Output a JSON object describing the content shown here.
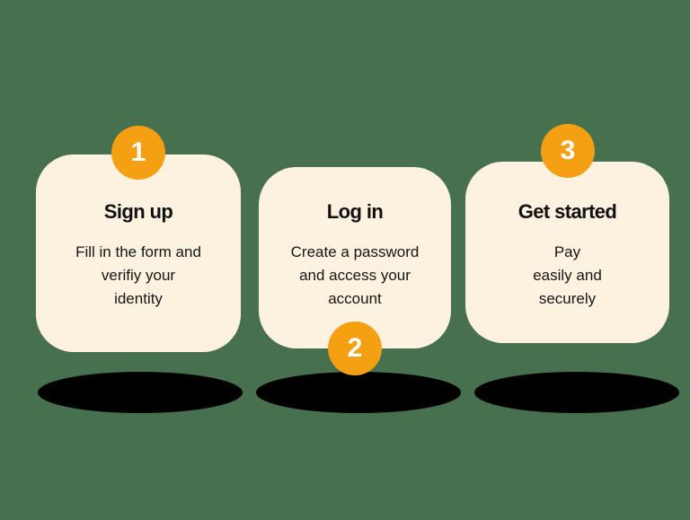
{
  "theme": {
    "background_color": "#47704F",
    "card_color": "#FDF1E0",
    "badge_color": "#F5A013",
    "badge_text_color": "#FFFFFF",
    "text_color": "#111111",
    "shadow_color": "#000000"
  },
  "steps": [
    {
      "number": "1",
      "title": "Sign up",
      "body": "Fill in the form and\nverifiy your\nidentity",
      "badge_position": "top"
    },
    {
      "number": "2",
      "title": "Log in",
      "body": "Create a password\nand access your\naccount",
      "badge_position": "bottom"
    },
    {
      "number": "3",
      "title": "Get started",
      "body": "Pay\neasily and\nsecurely",
      "badge_position": "top"
    }
  ]
}
